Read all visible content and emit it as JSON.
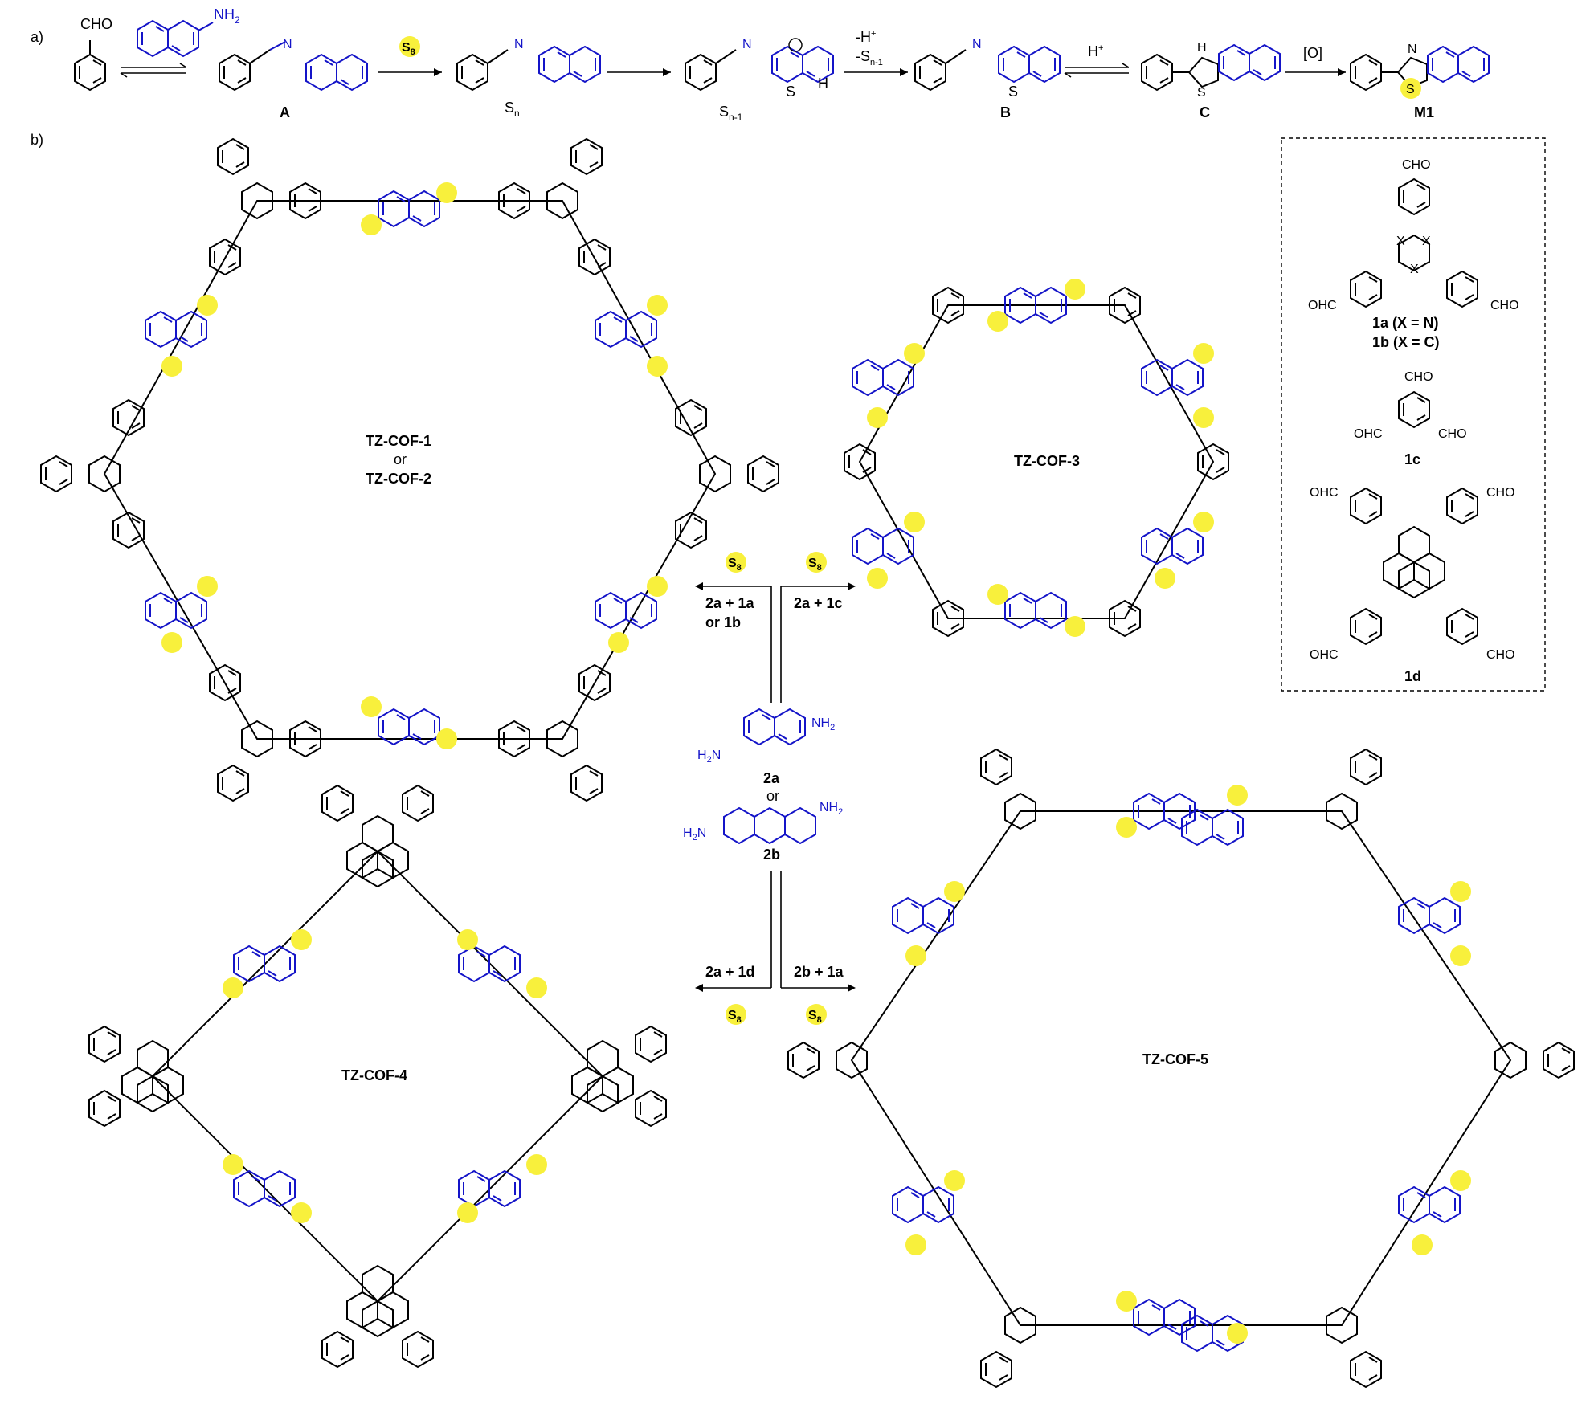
{
  "panel_labels": {
    "a": "a)",
    "b": "b)"
  },
  "scheme_a": {
    "reactant_cho": "CHO",
    "reactant_nh2": "NH",
    "reactant_nh2_sub": "2",
    "reagent": "S",
    "reagent_sub": "8",
    "sn": "S",
    "sn_sub": "n",
    "sn1": "S",
    "sn1_sub": "n-1",
    "h": "H",
    "dep_line1": "-H",
    "dep_line1_sup": "+",
    "dep_line2": "-S",
    "dep_line2_sub": "n-1",
    "prot": "H",
    "prot_sup": "+",
    "ox": "[O]",
    "label_A": "A",
    "label_B": "B",
    "label_C": "C",
    "label_M1": "M1"
  },
  "cof_names": {
    "cof12_line1": "TZ-COF-1",
    "cof12_line2": "or",
    "cof12_line3": "TZ-COF-2",
    "cof3": "TZ-COF-3",
    "cof4": "TZ-COF-4",
    "cof5": "TZ-COF-5"
  },
  "conditions": {
    "s8": "S",
    "s8_sub": "8",
    "left_top_line1": "2a + 1a",
    "left_top_line2": "or 1b",
    "right_top": "2a + 1c",
    "left_bottom": "2a + 1d",
    "right_bottom": "2b + 1a"
  },
  "monomers_center": {
    "m2a": "2a",
    "or": "or",
    "m2b": "2b",
    "h2n": "H",
    "h2n_sub": "2",
    "h2n_n": "N",
    "nh2": "NH",
    "nh2_sub": "2"
  },
  "legend_box": {
    "cho": "CHO",
    "ohc": "OHC",
    "label_1a": "1a (X = N)",
    "label_1b": "1b (X = C)",
    "label_1c": "1c",
    "label_1d": "1d",
    "x": "X"
  },
  "atoms": {
    "S": "S",
    "N": "N"
  },
  "colors": {
    "linker_blue": "#1414c8",
    "sulfur_highlight": "#f8f03c",
    "framework_black": "#000000"
  }
}
